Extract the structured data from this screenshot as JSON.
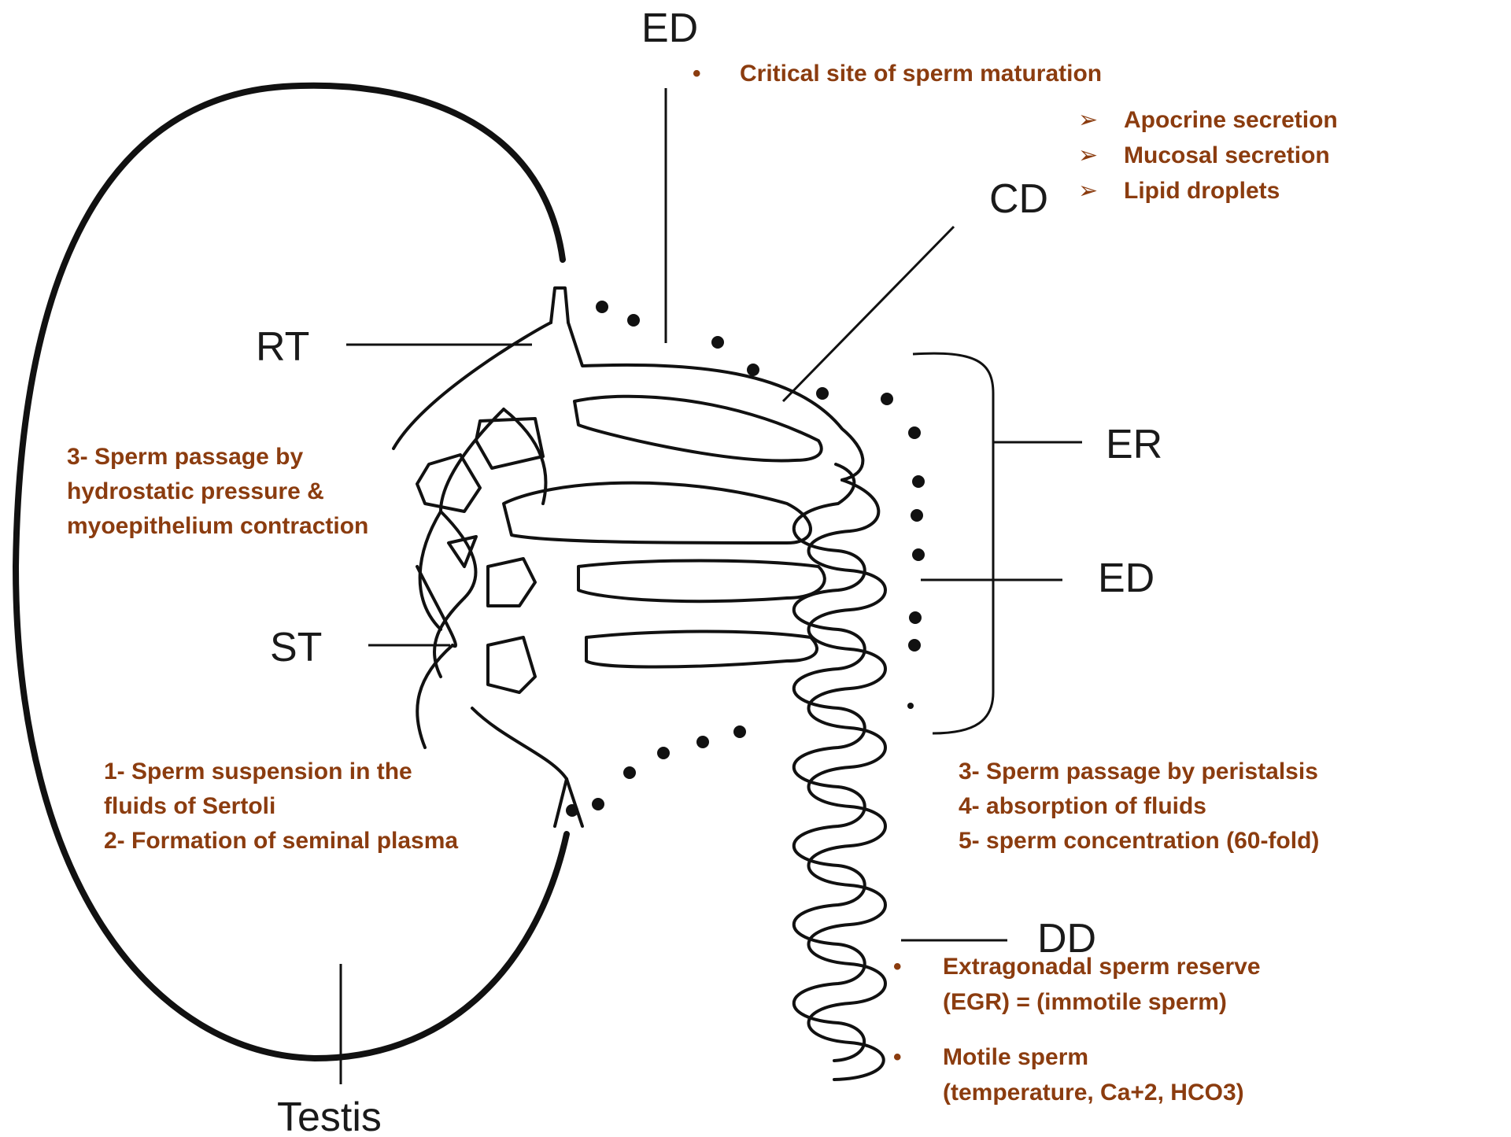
{
  "labels": {
    "ed_top": "ED",
    "cd": "CD",
    "rt": "RT",
    "er": "ER",
    "ed_right": "ED",
    "st": "ST",
    "dd": "DD",
    "testis": "Testis"
  },
  "notes": {
    "ed_bullet": "•",
    "ed_top_note": "Critical site of sperm maturation",
    "arrow_glyph": "➢",
    "cd_items": [
      "Apocrine secretion",
      "Mucosal secretion",
      "Lipid droplets"
    ],
    "left_upper": [
      "3- Sperm passage by",
      "hydrostatic pressure &",
      "myoepithelium contraction"
    ],
    "left_lower": [
      "1- Sperm suspension in the",
      "fluids of Sertoli",
      "2- Formation of seminal plasma"
    ],
    "right_middle": [
      "3- Sperm passage by peristalsis",
      "4- absorption of fluids",
      "5- sperm concentration (60-fold)"
    ],
    "dd_bullet1": [
      "Extragonadal sperm  reserve",
      "(EGR) = (immotile sperm)"
    ],
    "dd_bullet2": [
      "Motile sperm",
      "(temperature, Ca+2, HCO3)"
    ]
  },
  "colors": {
    "note_text": "#8b3c0f",
    "drawing": "#111111",
    "background": "#ffffff"
  }
}
